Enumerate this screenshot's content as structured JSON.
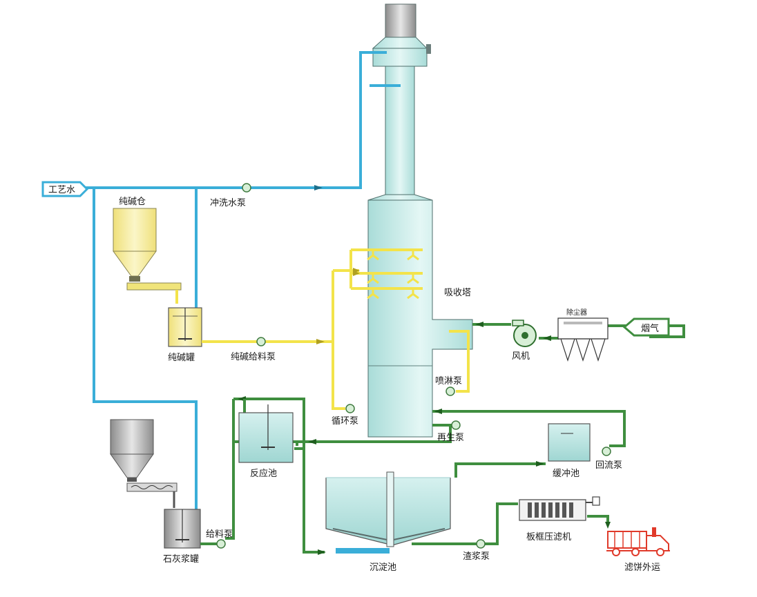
{
  "labels": {
    "process_water": "工艺水",
    "flush_pump": "冲洗水泵",
    "soda_silo": "纯碱仓",
    "soda_tank": "纯碱罐",
    "soda_feed_pump": "纯碱给料泵",
    "absorber": "吸收塔",
    "dust_collector": "除尘器",
    "flue_gas": "烟气",
    "fan": "风机",
    "spray_pump": "喷淋泵",
    "circ_pump": "循环泵",
    "regen_pump": "再生泵",
    "reaction_tank": "反应池",
    "buffer_tank": "缓冲池",
    "return_pump": "回流泵",
    "lime_tank": "石灰浆罐",
    "feed_pump": "给料泵",
    "settling_tank": "沉淀池",
    "slurry_pump": "渣浆泵",
    "filter_press": "板框压滤机",
    "cake_out": "滤饼外运"
  },
  "colors": {
    "water_line": "#3aaed8",
    "soda_line": "#f3e34a",
    "slurry_line": "#3f8e3f",
    "tower_fill": "#c9ecea",
    "truck": "#e03a2a"
  }
}
